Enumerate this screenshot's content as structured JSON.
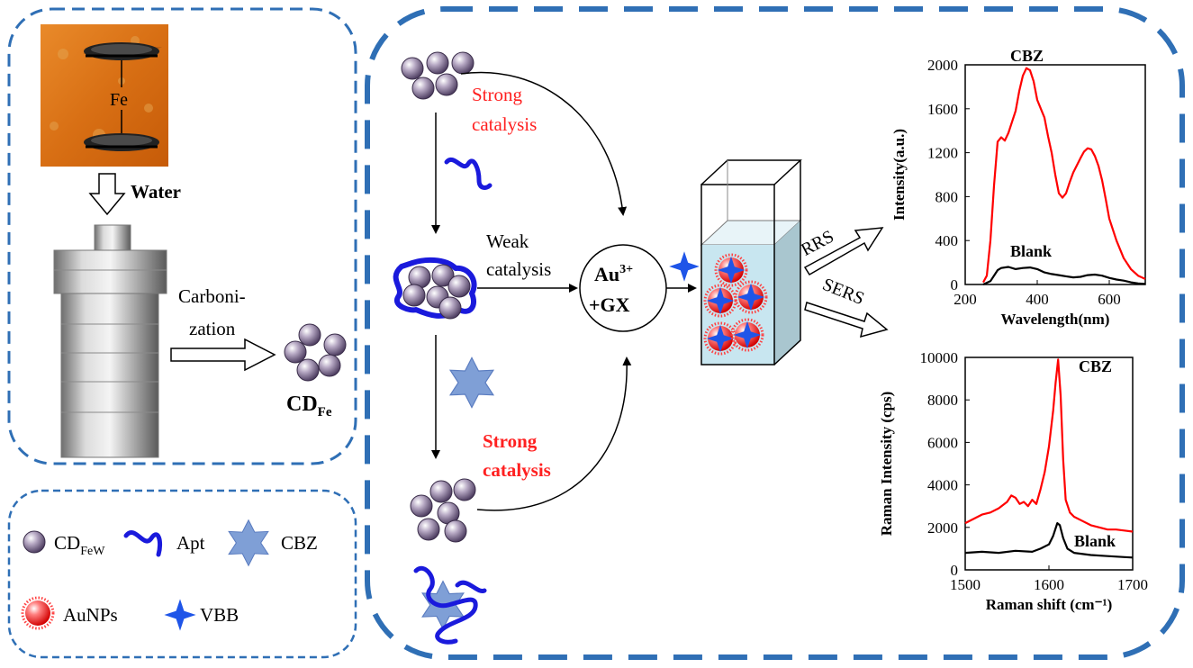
{
  "synthesis": {
    "water": "Water",
    "fe": "Fe",
    "carbonization_1": "Carboni-",
    "carbonization_2": "zation",
    "cd_main": "CD",
    "cd_sub": "Fe"
  },
  "legend": {
    "cdfew_main": "CD",
    "cdfew_sub": "FeW",
    "apt": "Apt",
    "cbz": "CBZ",
    "aunps": "AuNPs",
    "vbb": "VBB"
  },
  "pathway": {
    "strong_1a": "Strong",
    "strong_1b": "catalysis",
    "weak_a": "Weak",
    "weak_b": "catalysis",
    "strong_2a": "Strong",
    "strong_2b": "catalysis",
    "au_main": "Au",
    "au_sup": "3+",
    "gx": "+GX",
    "rrs": "RRS",
    "sers": "SERS"
  },
  "colors": {
    "dash_blue": "#2f6fb5",
    "red_text": "#ff2020",
    "apt_blue": "#1a1adc",
    "cbz_blue": "#7f9fd6",
    "particle": "#6e5c80"
  },
  "chart_data": [
    {
      "type": "line",
      "title": "",
      "xlabel": "Wavelength(nm)",
      "ylabel": "Intensity(a.u.)",
      "xlim": [
        200,
        700
      ],
      "ylim": [
        0,
        2000
      ],
      "xticks": [
        200,
        400,
        600
      ],
      "yticks": [
        0,
        400,
        800,
        1200,
        1600,
        2000
      ],
      "annotations": [
        "CBZ",
        "Blank"
      ],
      "series": [
        {
          "name": "CBZ",
          "color": "#ff0000",
          "x": [
            250,
            260,
            270,
            280,
            290,
            300,
            310,
            320,
            340,
            350,
            360,
            370,
            380,
            390,
            400,
            410,
            420,
            430,
            440,
            450,
            460,
            470,
            480,
            490,
            500,
            520,
            530,
            540,
            550,
            560,
            570,
            580,
            590,
            600,
            620,
            640,
            660,
            680,
            700
          ],
          "y": [
            20,
            80,
            400,
            900,
            1300,
            1340,
            1310,
            1380,
            1580,
            1760,
            1900,
            1970,
            1950,
            1850,
            1680,
            1600,
            1520,
            1350,
            1200,
            1000,
            830,
            790,
            830,
            930,
            1020,
            1150,
            1210,
            1240,
            1230,
            1170,
            1080,
            950,
            780,
            600,
            400,
            240,
            140,
            80,
            50
          ]
        },
        {
          "name": "Blank",
          "color": "#000000",
          "x": [
            250,
            270,
            290,
            300,
            320,
            340,
            360,
            380,
            400,
            420,
            440,
            460,
            480,
            500,
            520,
            540,
            560,
            580,
            600,
            620,
            640,
            660,
            680,
            700
          ],
          "y": [
            0,
            30,
            130,
            150,
            160,
            140,
            150,
            155,
            140,
            110,
            95,
            85,
            75,
            65,
            70,
            85,
            90,
            80,
            60,
            45,
            35,
            20,
            10,
            5
          ]
        }
      ]
    },
    {
      "type": "line",
      "title": "",
      "xlabel": "Raman shift  (cm⁻¹)",
      "ylabel": "Raman Intensity  (cps)",
      "xlim": [
        1500,
        1700
      ],
      "ylim": [
        0,
        10000
      ],
      "xticks": [
        1500,
        1600,
        1700
      ],
      "yticks": [
        0,
        2000,
        4000,
        6000,
        8000,
        10000
      ],
      "annotations": [
        "CBZ",
        "Blank"
      ],
      "series": [
        {
          "name": "CBZ",
          "color": "#ff0000",
          "x": [
            1500,
            1510,
            1520,
            1530,
            1540,
            1550,
            1555,
            1560,
            1565,
            1570,
            1575,
            1580,
            1585,
            1590,
            1595,
            1600,
            1605,
            1608,
            1611,
            1614,
            1617,
            1620,
            1625,
            1630,
            1640,
            1650,
            1660,
            1670,
            1680,
            1690,
            1700
          ],
          "y": [
            2200,
            2400,
            2600,
            2700,
            2900,
            3200,
            3500,
            3400,
            3100,
            3200,
            3000,
            3300,
            3100,
            3800,
            4600,
            5800,
            7500,
            8800,
            9900,
            8200,
            5200,
            3300,
            2700,
            2500,
            2300,
            2100,
            2000,
            1900,
            1900,
            1850,
            1800
          ]
        },
        {
          "name": "Blank",
          "color": "#000000",
          "x": [
            1500,
            1520,
            1540,
            1560,
            1580,
            1590,
            1600,
            1605,
            1610,
            1613,
            1617,
            1622,
            1630,
            1650,
            1670,
            1690,
            1700
          ],
          "y": [
            800,
            850,
            800,
            900,
            850,
            1000,
            1200,
            1600,
            2200,
            2100,
            1500,
            1000,
            800,
            700,
            650,
            600,
            580
          ]
        }
      ]
    }
  ]
}
